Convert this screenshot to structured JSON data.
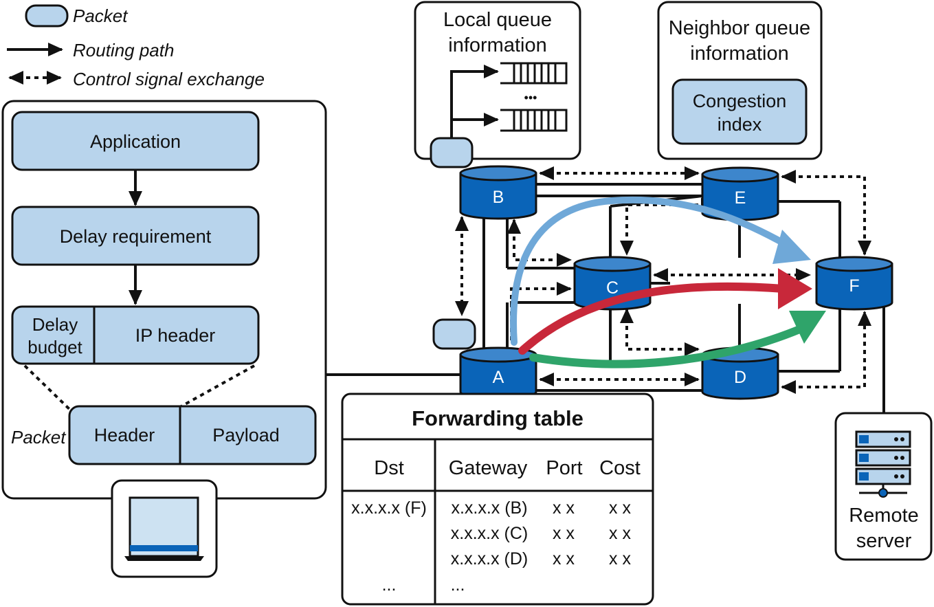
{
  "legend": {
    "packet": "Packet",
    "routing_path": "Routing path",
    "control_signal": "Control signal exchange"
  },
  "host": {
    "application": "Application",
    "delay_requirement": "Delay requirement",
    "delay_budget_line1": "Delay",
    "delay_budget_line2": "budget",
    "ip_header": "IP header",
    "packet_label": "Packet",
    "header": "Header",
    "payload": "Payload"
  },
  "local_queue": {
    "line1": "Local queue",
    "line2": "information",
    "ellipsis": "•••"
  },
  "neighbor_queue": {
    "line1": "Neighbor queue",
    "line2": "information",
    "congestion_line1": "Congestion",
    "congestion_line2": "index"
  },
  "nodes": {
    "a": "A",
    "b": "B",
    "c": "C",
    "d": "D",
    "e": "E",
    "f": "F"
  },
  "forwarding_table": {
    "title": "Forwarding table",
    "headers": {
      "dst": "Dst",
      "gateway": "Gateway",
      "port": "Port",
      "cost": "Cost"
    },
    "dst_value": "x.x.x.x (F)",
    "dst_more": "...",
    "rows": [
      {
        "gateway": "x.x.x.x (B)",
        "port": "x x",
        "cost": "x x"
      },
      {
        "gateway": "x.x.x.x (C)",
        "port": "x x",
        "cost": "x x"
      },
      {
        "gateway": "x.x.x.x (D)",
        "port": "x x",
        "cost": "x x"
      }
    ],
    "gateway_more": "..."
  },
  "remote_server": {
    "line1": "Remote",
    "line2": "server"
  },
  "colors": {
    "box_fill": "#b8d4ec",
    "node_blue": "#0a64b8",
    "node_top": "#3d86cc",
    "path_light_blue": "#6fa8d8",
    "path_red": "#c8283a",
    "path_green": "#2fa46a"
  }
}
